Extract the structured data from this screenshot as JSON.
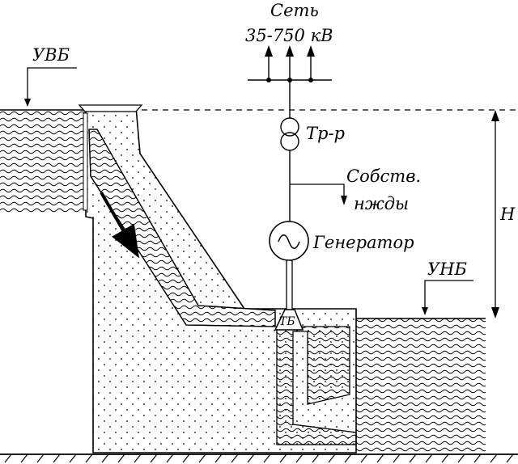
{
  "labels": {
    "grid_title": "Сеть",
    "grid_voltage": "35-750 кВ",
    "upper_level": "УВБ",
    "lower_level": "УНБ",
    "transformer": "Тр-р",
    "aux_line1": "Собств.",
    "aux_line2": "нжды",
    "generator": "Генератор",
    "head": "H",
    "turbine": "ТБ"
  }
}
